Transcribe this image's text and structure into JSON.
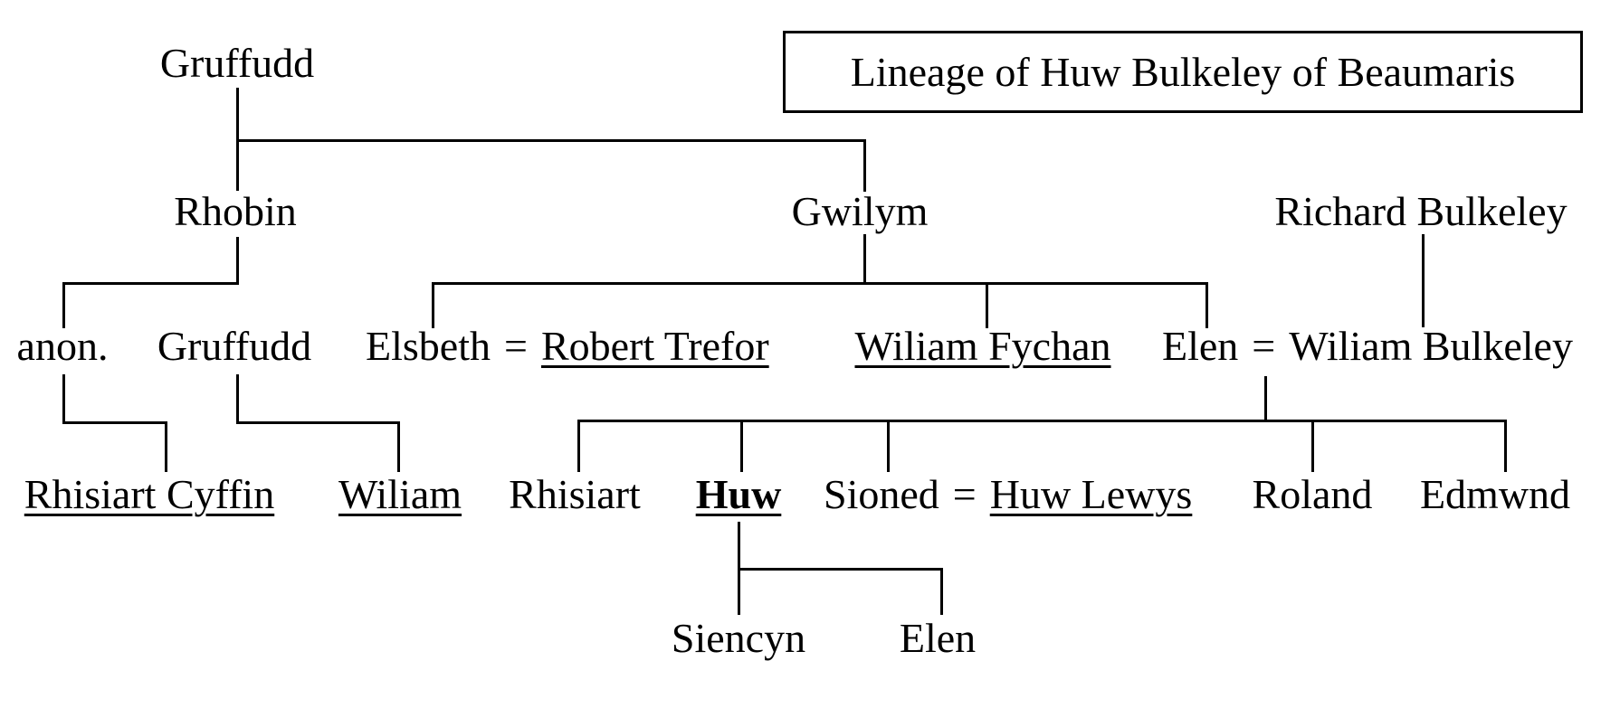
{
  "title": "Lineage of Huw Bulkeley of Beaumaris",
  "colors": {
    "ink": "#000000",
    "paper": "#ffffff"
  },
  "symbols": {
    "spouse_equals": "="
  },
  "people": {
    "gruffudd_sr": "Gruffudd",
    "rhobin": "Rhobin",
    "gwilym": "Gwilym",
    "richard_bulkeley": "Richard Bulkeley",
    "anon": "anon.",
    "gruffudd_jr": "Gruffudd",
    "elsbeth": "Elsbeth",
    "robert_trefor": "Robert Trefor",
    "wiliam_fychan": "Wiliam Fychan",
    "elen": "Elen",
    "wiliam_bulkeley": "Wiliam Bulkeley",
    "rhisiart_cyffin": "Rhisiart Cyffin",
    "wiliam": "Wiliam",
    "rhisiart": "Rhisiart",
    "huw": "Huw",
    "sioned": "Sioned",
    "huw_lewys": "Huw Lewys",
    "roland": "Roland",
    "edmwnd": "Edmwnd",
    "siencyn": "Siencyn",
    "elen_ferch_huw": "Elen"
  },
  "relations": [
    {
      "parents": [
        "Gruffudd"
      ],
      "children": [
        "Rhobin",
        "Gwilym"
      ]
    },
    {
      "parents": [
        "Rhobin"
      ],
      "children": [
        "anon.",
        "Gruffudd"
      ]
    },
    {
      "parents": [
        "Gwilym"
      ],
      "children": [
        "Elsbeth",
        "Wiliam Fychan",
        "Elen"
      ]
    },
    {
      "parents": [
        "Richard Bulkeley"
      ],
      "children": [
        "Wiliam Bulkeley"
      ]
    },
    {
      "parents": [
        "anon."
      ],
      "children": [
        "Rhisiart Cyffin"
      ]
    },
    {
      "parents": [
        "Gruffudd (son of Rhobin)"
      ],
      "children": [
        "Wiliam"
      ]
    },
    {
      "parents": [
        "Elen",
        "Wiliam Bulkeley"
      ],
      "children": [
        "Rhisiart",
        "Huw",
        "Sioned",
        "Roland",
        "Edmwnd"
      ]
    },
    {
      "parents": [
        "Huw"
      ],
      "children": [
        "Siencyn",
        "Elen"
      ]
    }
  ]
}
